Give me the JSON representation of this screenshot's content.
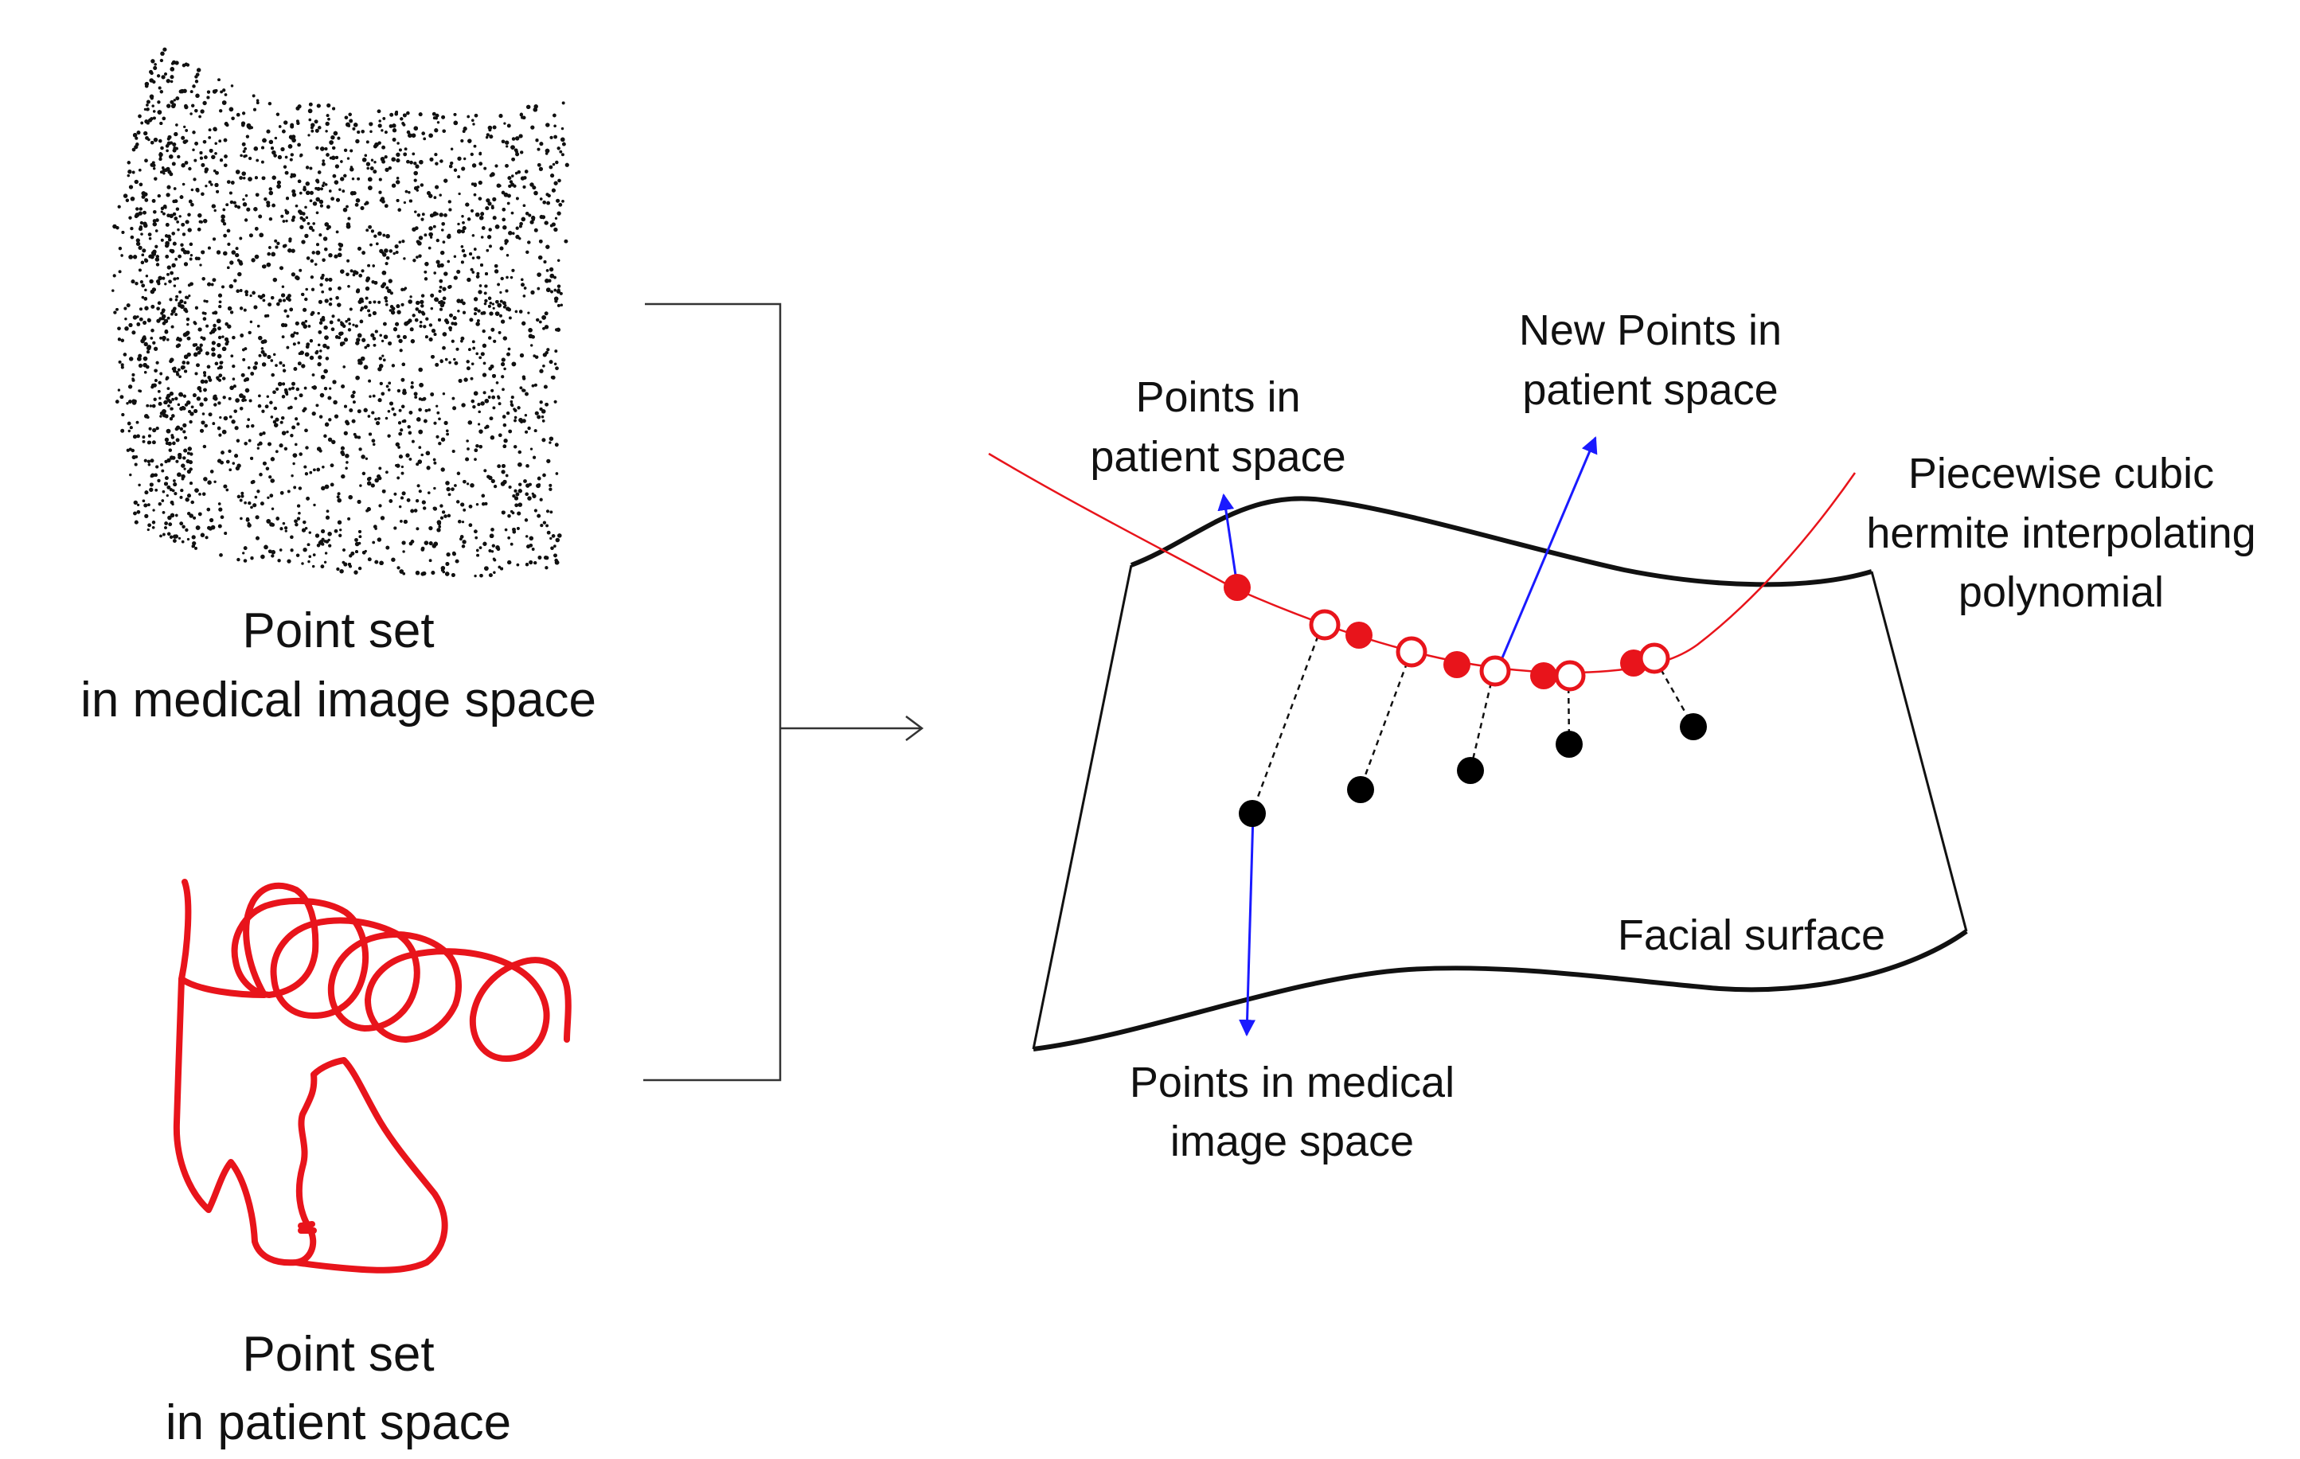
{
  "left_panel": {
    "medical_caption_line1": "Point set",
    "medical_caption_line2": "in medical image space",
    "patient_caption_line1": "Point set",
    "patient_caption_line2": "in patient space"
  },
  "right_panel": {
    "new_points_line1": "New Points in",
    "new_points_line2": "patient space",
    "points_patient_line1": "Points in",
    "points_patient_line2": "patient space",
    "hermite_line1": "Piecewise cubic",
    "hermite_line2": "hermite interpolating",
    "hermite_line3": "polynomial",
    "surface_label": "Facial surface",
    "points_medical_line1": "Points in medical",
    "points_medical_line2": "image space"
  },
  "colors": {
    "patient_points": "#e8141b",
    "medical_points": "#000000",
    "arrows": "#1a1aff",
    "curve": "#e8141b"
  }
}
